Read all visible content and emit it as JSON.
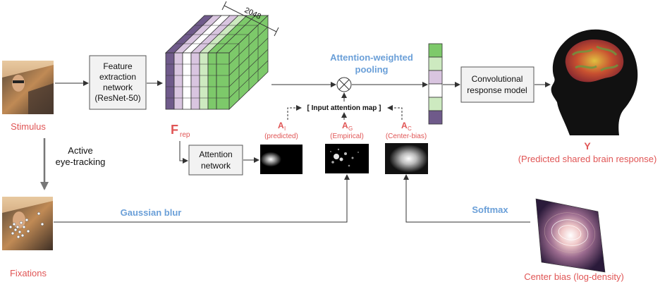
{
  "labels": {
    "stimulus": "Stimulus",
    "fixations": "Fixations",
    "active_eye_tracking_1": "Active",
    "active_eye_tracking_2": "eye-tracking",
    "feature_extraction_1": "Feature",
    "feature_extraction_2": "extraction",
    "feature_extraction_3": "network",
    "feature_extraction_4": "(ResNet-50)",
    "dimension": "2048",
    "f_rep_main": "F",
    "f_rep_sub": "rep",
    "attention_network_1": "Attention",
    "attention_network_2": "network",
    "gaussian_blur": "Gaussian blur",
    "softmax": "Softmax",
    "attention_weighted_1": "Attention-weighted",
    "attention_weighted_2": "pooling",
    "input_attention_map": "[ Input attention map ]",
    "a_i_main": "A",
    "a_i_sub": "I",
    "a_i_desc": "(predicted)",
    "a_g_main": "A",
    "a_g_sub": "G",
    "a_g_desc": "(Empirical)",
    "a_c_main": "A",
    "a_c_sub": "C",
    "a_c_desc": "(Center-bias)",
    "conv_response_1": "Convolutional",
    "conv_response_2": "response model",
    "y_main": "Y",
    "y_desc": "(Predicted shared brain response)",
    "center_bias": "Center bias (log-density)",
    "multiply_symbol": "⊗"
  },
  "colors": {
    "red_label": "#e05555",
    "blue_label": "#6a9fd8",
    "box_fill": "#f2f2f2",
    "box_stroke": "#555555",
    "green": "#7dc96a",
    "light_green": "#cdeac0",
    "lavender": "#d9c5e0",
    "purple": "#6f5a8a",
    "arrow": "#333333",
    "brain_silhouette": "#111111"
  },
  "icons": {
    "multiply": "circle-times-icon",
    "brain": "brain-icon",
    "head": "head-silhouette-icon"
  }
}
